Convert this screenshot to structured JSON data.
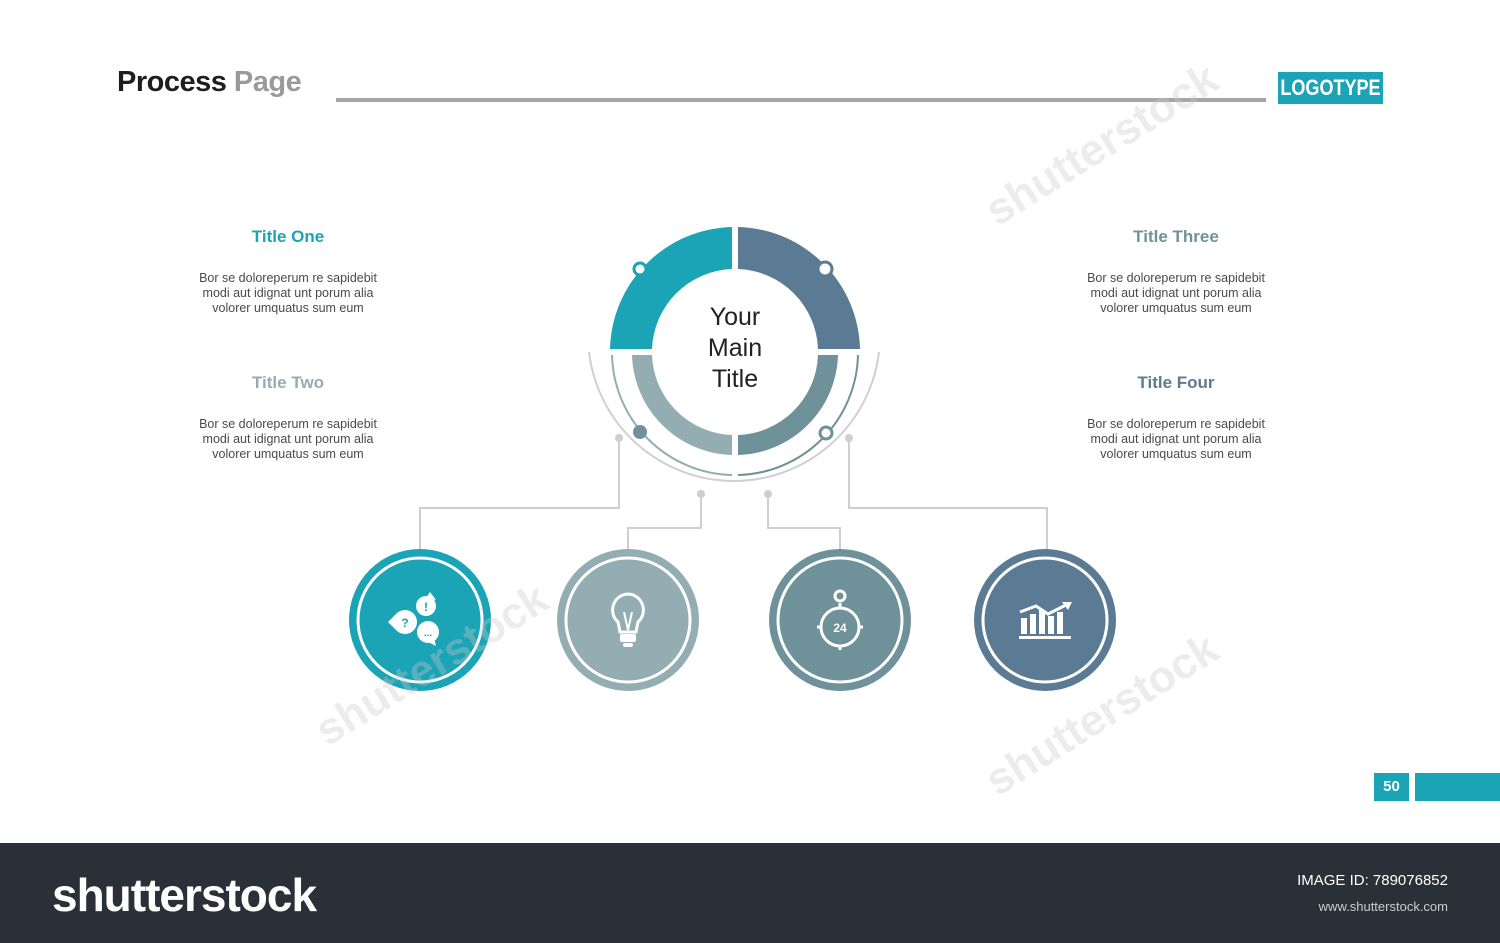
{
  "header": {
    "title_part1": "Process",
    "title_part2": "Page",
    "logo": "LOGOTYPE"
  },
  "colors": {
    "teal": "#1ba3b6",
    "slate": "#5b7b94",
    "gray_teal": "#93adb3",
    "mid_teal": "#6f929a",
    "line": "#c8c8c8"
  },
  "center": {
    "line1": "Your",
    "line2": "Main",
    "line3": "Title"
  },
  "blocks": [
    {
      "title": "Title One",
      "line1": "Bor se doloreperum re sapidebit",
      "line2": "modi aut idignat unt porum alia",
      "line3": "volorer umquatus sum eum",
      "color": "#1ba3b6"
    },
    {
      "title": "Title Two",
      "line1": "Bor se doloreperum re sapidebit",
      "line2": "modi aut idignat unt porum alia",
      "line3": "volorer umquatus sum eum",
      "color": "#93adb3"
    },
    {
      "title": "Title Three",
      "line1": "Bor se doloreperum re sapidebit",
      "line2": "modi aut idignat unt porum alia",
      "line3": "volorer umquatus sum eum",
      "color": "#6f929a"
    },
    {
      "title": "Title Four",
      "line1": "Bor se doloreperum re sapidebit",
      "line2": "modi aut idignat unt porum alia",
      "line3": "volorer umquatus sum eum",
      "color": "#5b7b94"
    }
  ],
  "icons": [
    {
      "name": "speech-bubbles-icon",
      "color": "#1ba3b6"
    },
    {
      "name": "lightbulb-icon",
      "color": "#93adb3"
    },
    {
      "name": "stopwatch-24-icon",
      "color": "#6f929a",
      "label": "24"
    },
    {
      "name": "growth-chart-icon",
      "color": "#5b7b94"
    }
  ],
  "page_number": "50",
  "footer": {
    "brand": "shutterstock",
    "image_id": "IMAGE ID: 789076852",
    "url": "www.shutterstock.com"
  },
  "watermark": "shutterstock"
}
